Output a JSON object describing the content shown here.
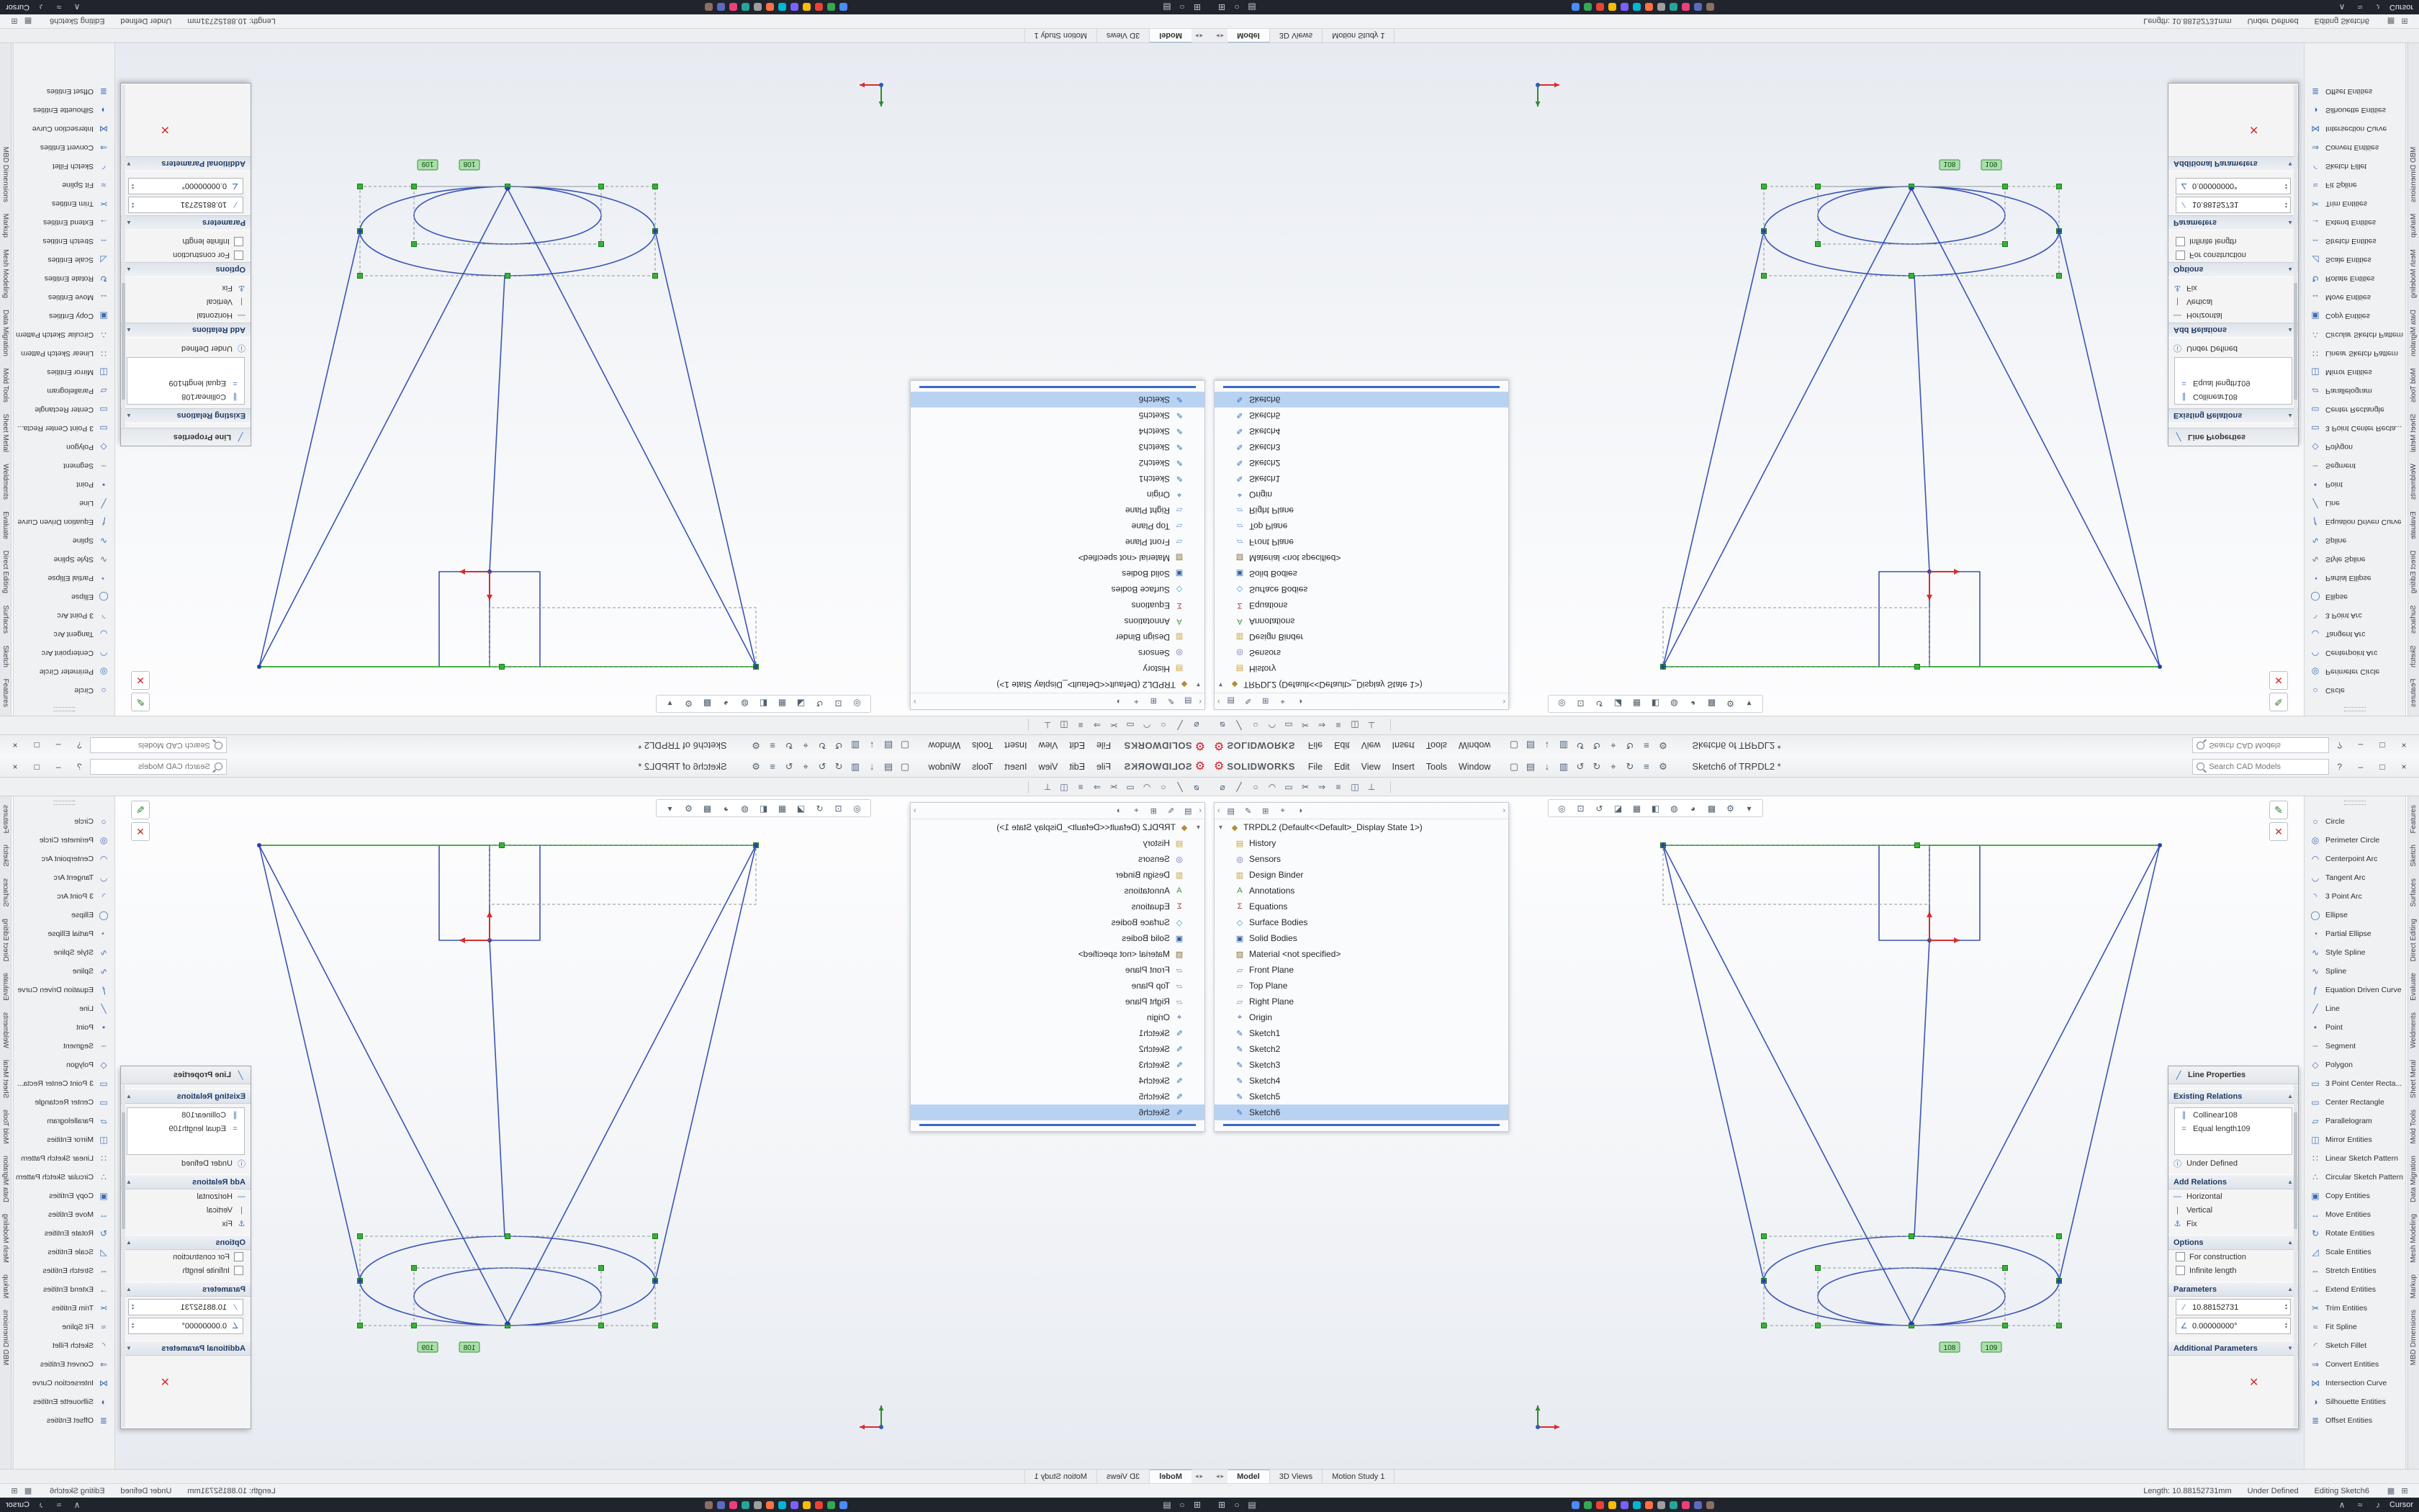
{
  "window": {
    "brand": "SOLIDWORKS",
    "menu": [
      {
        "name": "file",
        "label": "File"
      },
      {
        "name": "edit",
        "label": "Edit"
      },
      {
        "name": "view",
        "label": "View"
      },
      {
        "name": "insert",
        "label": "Insert"
      },
      {
        "name": "tools",
        "label": "Tools"
      },
      {
        "name": "window",
        "label": "Window"
      }
    ],
    "title": "Sketch6 of TRPDL2 *",
    "search_placeholder": "Search CAD Models",
    "help_label": "?",
    "controls": {
      "minimize": "–",
      "maximize": "□",
      "close": "×"
    },
    "titlebar_icons": [
      {
        "name": "new",
        "glyph": "▢"
      },
      {
        "name": "open",
        "glyph": "▤"
      },
      {
        "name": "save",
        "glyph": "↓"
      },
      {
        "name": "print",
        "glyph": "▥"
      },
      {
        "name": "undo",
        "glyph": "↺"
      },
      {
        "name": "redo",
        "glyph": "↻"
      },
      {
        "name": "select",
        "glyph": "⌖"
      },
      {
        "name": "rebuild",
        "glyph": "↻"
      },
      {
        "name": "file-properties",
        "glyph": "≡"
      },
      {
        "name": "options",
        "glyph": "⚙"
      }
    ]
  },
  "command_toolbar": {
    "left_icons": [
      {
        "name": "smart-dimension",
        "glyph": "⌀"
      },
      {
        "name": "line",
        "glyph": "╱"
      },
      {
        "name": "circle",
        "glyph": "○"
      },
      {
        "name": "arc",
        "glyph": "◠"
      },
      {
        "name": "rectangle",
        "glyph": "▭"
      },
      {
        "name": "trim",
        "glyph": "✂"
      },
      {
        "name": "convert-entities",
        "glyph": "⇒"
      },
      {
        "name": "offset-entities",
        "glyph": "≡"
      },
      {
        "name": "mirror-entities",
        "glyph": "◫"
      },
      {
        "name": "display-relations",
        "glyph": "⊥"
      }
    ],
    "headsup_icons": [
      {
        "name": "zoom-fit",
        "glyph": "◎"
      },
      {
        "name": "zoom-area",
        "glyph": "⊡"
      },
      {
        "name": "previous-view",
        "glyph": "↺"
      },
      {
        "name": "section-view",
        "glyph": "◪"
      },
      {
        "name": "view-orientation",
        "glyph": "▦"
      },
      {
        "name": "display-style",
        "glyph": "◧"
      },
      {
        "name": "hide-show-items",
        "glyph": "◍"
      },
      {
        "name": "edit-appearance",
        "glyph": "◕"
      },
      {
        "name": "apply-scene",
        "glyph": "▩"
      },
      {
        "name": "view-settings",
        "glyph": "⚙"
      },
      {
        "name": "expand",
        "glyph": "▾"
      }
    ]
  },
  "feature_tree": {
    "root": "TRPDL2 (Default<<Default>_Display State 1>)",
    "items": [
      {
        "name": "history",
        "label": "History",
        "glyph": "▤",
        "color": "#c9a23a"
      },
      {
        "name": "sensors",
        "label": "Sensors",
        "glyph": "◎",
        "color": "#7a5fb5"
      },
      {
        "name": "design-binder",
        "label": "Design Binder",
        "glyph": "▥",
        "color": "#c9a23a"
      },
      {
        "name": "annotations",
        "label": "Annotations",
        "glyph": "A",
        "color": "#3f8f3f"
      },
      {
        "name": "equations",
        "label": "Equations",
        "glyph": "Σ",
        "color": "#a33b3b"
      },
      {
        "name": "surface-bodies",
        "label": "Surface Bodies",
        "glyph": "◇",
        "color": "#2f9bbd"
      },
      {
        "name": "solid-bodies",
        "label": "Solid Bodies",
        "glyph": "▣",
        "color": "#35629e"
      },
      {
        "name": "material",
        "label": "Material <not specified>",
        "glyph": "▨",
        "color": "#8a6d3b"
      },
      {
        "name": "front-plane",
        "label": "Front Plane",
        "glyph": "▱",
        "color": "#6b8fc9"
      },
      {
        "name": "top-plane",
        "label": "Top Plane",
        "glyph": "▱",
        "color": "#6b8fc9"
      },
      {
        "name": "right-plane",
        "label": "Right Plane",
        "glyph": "▱",
        "color": "#6b8fc9"
      },
      {
        "name": "origin",
        "label": "Origin",
        "glyph": "⌖",
        "color": "#35629e"
      },
      {
        "name": "sketch1",
        "label": "Sketch1",
        "glyph": "✎",
        "color": "#2f6bbf"
      },
      {
        "name": "sketch2",
        "label": "Sketch2",
        "glyph": "✎",
        "color": "#2f6bbf"
      },
      {
        "name": "sketch3",
        "label": "Sketch3",
        "glyph": "✎",
        "color": "#2f6bbf"
      },
      {
        "name": "sketch4",
        "label": "Sketch4",
        "glyph": "✎",
        "color": "#2f6bbf"
      },
      {
        "name": "sketch5",
        "label": "Sketch5",
        "glyph": "✎",
        "color": "#2f6bbf"
      },
      {
        "name": "sketch6",
        "label": "Sketch6",
        "glyph": "✎",
        "color": "#2f6bbf",
        "selected": true
      }
    ]
  },
  "property_panel": {
    "title": "Line Properties",
    "existing_relations": {
      "header": "Existing Relations",
      "relations": [
        {
          "name": "collinear-relation",
          "glyph": "∥",
          "label": "Collinear108"
        },
        {
          "name": "equal-length-relation",
          "glyph": "=",
          "label": "Equal length109"
        }
      ],
      "status": "Under Defined"
    },
    "add_relations": {
      "header": "Add Relations",
      "items": [
        {
          "name": "horizontal-relation",
          "glyph": "—",
          "label": "Horizontal"
        },
        {
          "name": "vertical-relation",
          "glyph": "|",
          "label": "Vertical"
        },
        {
          "name": "fix-relation",
          "glyph": "⚓",
          "label": "Fix"
        }
      ]
    },
    "options": {
      "header": "Options",
      "checkboxes": [
        {
          "name": "for-construction",
          "label": "For construction"
        },
        {
          "name": "infinite-length",
          "label": "Infinite length"
        }
      ]
    },
    "parameters": {
      "header": "Parameters",
      "fields": [
        {
          "name": "length-parameter",
          "glyph": "∕",
          "value": "10.88152731"
        },
        {
          "name": "angle-parameter",
          "glyph": "∠",
          "value": "0.00000000°"
        }
      ]
    },
    "additional": {
      "header": "Additional Parameters"
    }
  },
  "sketch_tools": {
    "items": [
      {
        "name": "circle",
        "glyph": "○",
        "label": "Circle"
      },
      {
        "name": "perimeter-circle",
        "glyph": "◎",
        "label": "Perimeter Circle"
      },
      {
        "name": "centerpoint-arc",
        "glyph": "◠",
        "label": "Centerpoint Arc"
      },
      {
        "name": "tangent-arc",
        "glyph": "◡",
        "label": "Tangent Arc"
      },
      {
        "name": "three-point-arc",
        "glyph": "◝",
        "label": "3 Point Arc"
      },
      {
        "name": "ellipse",
        "glyph": "◯",
        "label": "Ellipse"
      },
      {
        "name": "partial-ellipse",
        "glyph": "◔",
        "label": "Partial Ellipse"
      },
      {
        "name": "style-spline",
        "glyph": "∿",
        "label": "Style Spline"
      },
      {
        "name": "spline",
        "glyph": "∿",
        "label": "Spline"
      },
      {
        "name": "equation-driven-curve",
        "glyph": "ƒ",
        "label": "Equation Driven Curve"
      },
      {
        "name": "line",
        "glyph": "╱",
        "label": "Line"
      },
      {
        "name": "point",
        "glyph": "•",
        "label": "Point"
      },
      {
        "name": "segment",
        "glyph": "┄",
        "label": "Segment"
      },
      {
        "name": "polygon",
        "glyph": "◇",
        "label": "Polygon"
      },
      {
        "name": "three-point-center-rectangle",
        "glyph": "▭",
        "label": "3 Point Center Recta..."
      },
      {
        "name": "center-rectangle",
        "glyph": "▭",
        "label": "Center Rectangle"
      },
      {
        "name": "parallelogram",
        "glyph": "▱",
        "label": "Parallelogram"
      },
      {
        "name": "mirror-entities",
        "glyph": "◫",
        "label": "Mirror Entities"
      },
      {
        "name": "linear-sketch-pattern",
        "glyph": "∷",
        "label": "Linear Sketch Pattern"
      },
      {
        "name": "circular-sketch-pattern",
        "glyph": "∴",
        "label": "Circular Sketch Pattern"
      },
      {
        "name": "copy-entities",
        "glyph": "▣",
        "label": "Copy Entities"
      },
      {
        "name": "move-entities",
        "glyph": "↔",
        "label": "Move Entities"
      },
      {
        "name": "rotate-entities",
        "glyph": "↻",
        "label": "Rotate Entities"
      },
      {
        "name": "scale-entities",
        "glyph": "◿",
        "label": "Scale Entities"
      },
      {
        "name": "stretch-entities",
        "glyph": "⇔",
        "label": "Stretch Entities"
      },
      {
        "name": "extend-entities",
        "glyph": "→",
        "label": "Extend Entities"
      },
      {
        "name": "trim-entities",
        "glyph": "✂",
        "label": "Trim Entities"
      },
      {
        "name": "fit-spline",
        "glyph": "≈",
        "label": "Fit Spline"
      },
      {
        "name": "sketch-fillet",
        "glyph": "◜",
        "label": "Sketch Fillet"
      },
      {
        "name": "convert-entities",
        "glyph": "⇒",
        "label": "Convert Entities"
      },
      {
        "name": "intersection-curve",
        "glyph": "⋈",
        "label": "Intersection Curve"
      },
      {
        "name": "silhouette-entities",
        "glyph": "◑",
        "label": "Silhouette Entities"
      },
      {
        "name": "offset-entities",
        "glyph": "≣",
        "label": "Offset Entities"
      }
    ]
  },
  "command_tabs": [
    {
      "name": "features",
      "label": "Features"
    },
    {
      "name": "sketch",
      "label": "Sketch"
    },
    {
      "name": "surfaces",
      "label": "Surfaces"
    },
    {
      "name": "direct-editing",
      "label": "Direct Editing"
    },
    {
      "name": "evaluate",
      "label": "Evaluate"
    },
    {
      "name": "weldments",
      "label": "Weldments"
    },
    {
      "name": "sheet-metal",
      "label": "Sheet Metal"
    },
    {
      "name": "mold-tools",
      "label": "Mold Tools"
    },
    {
      "name": "data-migration",
      "label": "Data Migration"
    },
    {
      "name": "mesh-modeling",
      "label": "Mesh Modeling"
    },
    {
      "name": "markup",
      "label": "Markup"
    },
    {
      "name": "mbd-dimensions",
      "label": "MBD Dimensions"
    }
  ],
  "doc_tabs": [
    {
      "name": "model",
      "label": "Model",
      "active": true
    },
    {
      "name": "3d-views",
      "label": "3D Views"
    },
    {
      "name": "motion-study-1",
      "label": "Motion Study 1"
    }
  ],
  "status_bar": {
    "length": "Length: 10.88152731mm",
    "state": "Under Defined",
    "editing": "Editing Sketch6",
    "icons": [
      {
        "name": "grid-system",
        "glyph": "▦"
      },
      {
        "name": "units",
        "glyph": "⊞"
      }
    ]
  },
  "taskbar": {
    "left_icons": [
      {
        "name": "start",
        "glyph": "⊞"
      },
      {
        "name": "search",
        "glyph": "○"
      },
      {
        "name": "task-view",
        "glyph": "▤"
      }
    ],
    "apps": [
      {
        "name": "app-1",
        "color": "#4b8bf5"
      },
      {
        "name": "app-2",
        "color": "#34a853"
      },
      {
        "name": "app-3",
        "color": "#ea4335"
      },
      {
        "name": "app-4",
        "color": "#fbbc05"
      },
      {
        "name": "app-5",
        "color": "#7b61ff"
      },
      {
        "name": "app-6",
        "color": "#00b8d4"
      },
      {
        "name": "app-7",
        "color": "#ff7043"
      },
      {
        "name": "app-8",
        "color": "#9e9e9e"
      },
      {
        "name": "app-9",
        "color": "#26a69a"
      },
      {
        "name": "app-10",
        "color": "#ec407a"
      },
      {
        "name": "app-11",
        "color": "#5c6bc0"
      },
      {
        "name": "app-12",
        "color": "#8d6e63"
      }
    ],
    "right_icons": [
      {
        "name": "tray-expand",
        "glyph": "∧"
      },
      {
        "name": "network",
        "glyph": "≈"
      },
      {
        "name": "sound",
        "glyph": "♪"
      }
    ],
    "active_app": "Cursor"
  },
  "viewport": {
    "relation_badges": [
      "108",
      "109"
    ],
    "flyout_left_arrow": "‹",
    "flyout_right_arrow": "›"
  }
}
